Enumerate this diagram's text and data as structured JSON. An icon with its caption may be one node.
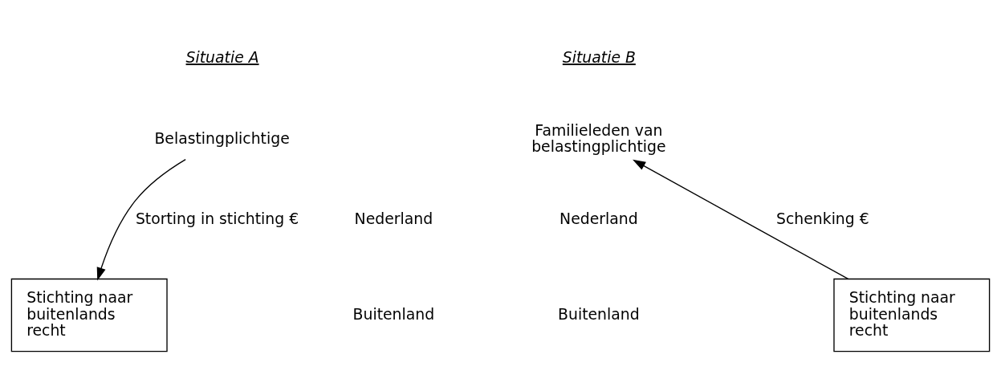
{
  "diagram": {
    "nodes": [
      {
        "text": [
          "Belastingplichtige"
        ]
      },
      {
        "text": [
          "Stichting naar buitenlands recht"
        ]
      },
      {
        "text": [
          "Familieleden van belastingplichtige"
        ]
      },
      {
        "text": [
          "Stichting naar buitenlands recht"
        ]
      }
    ],
    "edges": [
      {
        "from": 0,
        "to": 1,
        "arrow": "to",
        "label": "Storting in stichting €"
      },
      {
        "from": 3,
        "to": 2,
        "arrow": "to",
        "label": "Schenking €"
      }
    ],
    "labels": [
      "Situatie A",
      "Situatie B",
      "Nederland",
      "Nederland",
      "Buitenland",
      "Buitenland"
    ]
  }
}
